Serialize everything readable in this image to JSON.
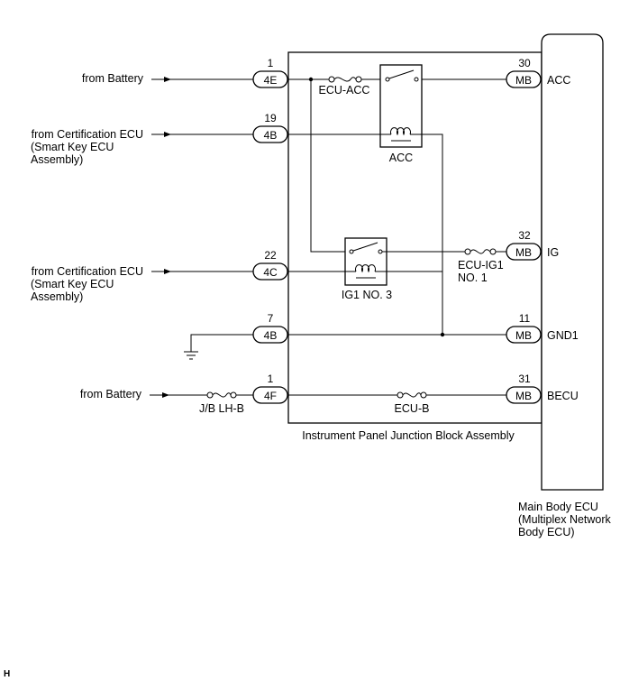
{
  "diagram": {
    "sources": {
      "from_battery_1": "from Battery",
      "from_cert_ecu_1": [
        "from Certification ECU",
        "(Smart Key ECU",
        "Assembly)"
      ],
      "from_cert_ecu_2": [
        "from Certification ECU",
        "(Smart Key ECU",
        "Assembly)"
      ],
      "from_battery_2": "from Battery"
    },
    "junction_block": {
      "label": "Instrument Panel Junction Block Assembly",
      "left_connectors": [
        {
          "pin": "1",
          "code": "4E"
        },
        {
          "pin": "19",
          "code": "4B"
        },
        {
          "pin": "22",
          "code": "4C"
        },
        {
          "pin": "7",
          "code": "4B"
        },
        {
          "pin": "1",
          "code": "4F"
        }
      ],
      "right_connectors": [
        {
          "pin": "30",
          "code": "MB",
          "signal": "ACC"
        },
        {
          "pin": "32",
          "code": "MB",
          "signal": "IG"
        },
        {
          "pin": "11",
          "code": "MB",
          "signal": "GND1"
        },
        {
          "pin": "31",
          "code": "MB",
          "signal": "BECU"
        }
      ],
      "fuses": {
        "ecu_acc": "ECU-ACC",
        "ecu_ig1": [
          "ECU-IG1",
          "NO. 1"
        ],
        "ecu_b": "ECU-B"
      },
      "relays": {
        "acc": "ACC",
        "ig1": "IG1 NO. 3"
      }
    },
    "external_fuse": "J/B LH-B",
    "main_ecu": [
      "Main Body ECU",
      "(Multiplex Network",
      "Body ECU)"
    ],
    "corner_mark": "H"
  }
}
